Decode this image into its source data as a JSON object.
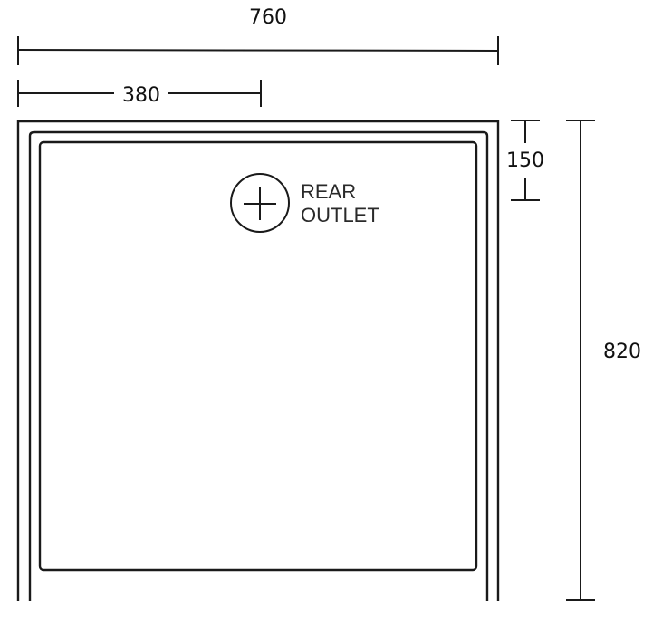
{
  "dimensions": {
    "overall_width": "760",
    "outlet_offset_x": "380",
    "outlet_offset_y": "150",
    "overall_depth": "820"
  },
  "outlet": {
    "label_line1": "REAR",
    "label_line2": "OUTLET"
  },
  "colors": {
    "stroke": "#1a1a1a",
    "background": "#ffffff"
  }
}
